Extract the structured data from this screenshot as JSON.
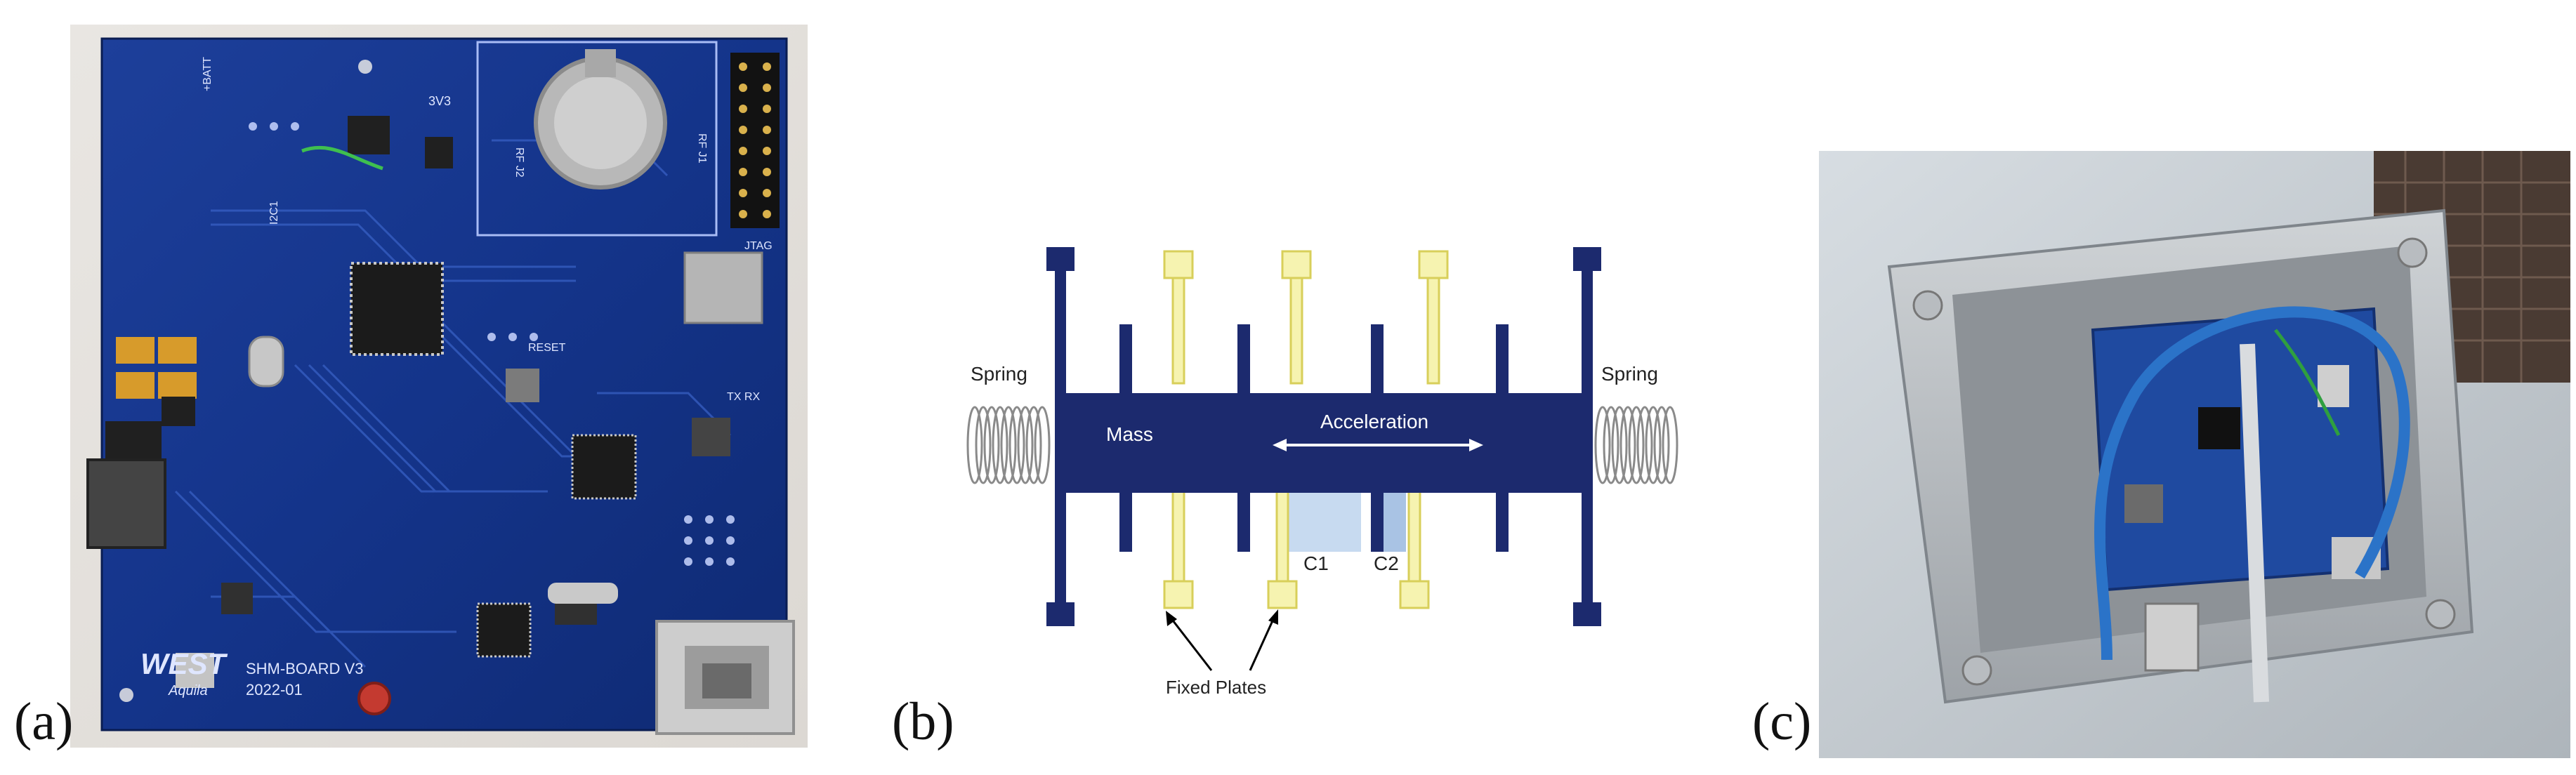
{
  "panels": {
    "a": {
      "label": "(a)",
      "photo": {
        "logo_text": "WEST",
        "logo_subtext": "Aquila",
        "board_name": "SHM-BOARD V3",
        "board_date": "2022-01",
        "silkscreen": {
          "batt": "+BATT",
          "reset": "RESET",
          "jtag": "JTAG",
          "txrx": "TX RX",
          "rf1": "RF J1",
          "rf2": "RF J2",
          "v33": "3V3",
          "i2c": "I2C1"
        }
      }
    },
    "b": {
      "label": "(b)",
      "diagram": {
        "spring_left": "Spring",
        "spring_right": "Spring",
        "mass": "Mass",
        "acceleration": "Acceleration",
        "c1": "C1",
        "c2": "C2",
        "fixed_plates": "Fixed Plates",
        "colors": {
          "mass": "#1c2a6e",
          "plate_fill": "#f6f3b0",
          "plate_stroke": "#d8cf5a",
          "gap": "#c7daf0"
        }
      }
    },
    "c": {
      "label": "(c)"
    }
  }
}
